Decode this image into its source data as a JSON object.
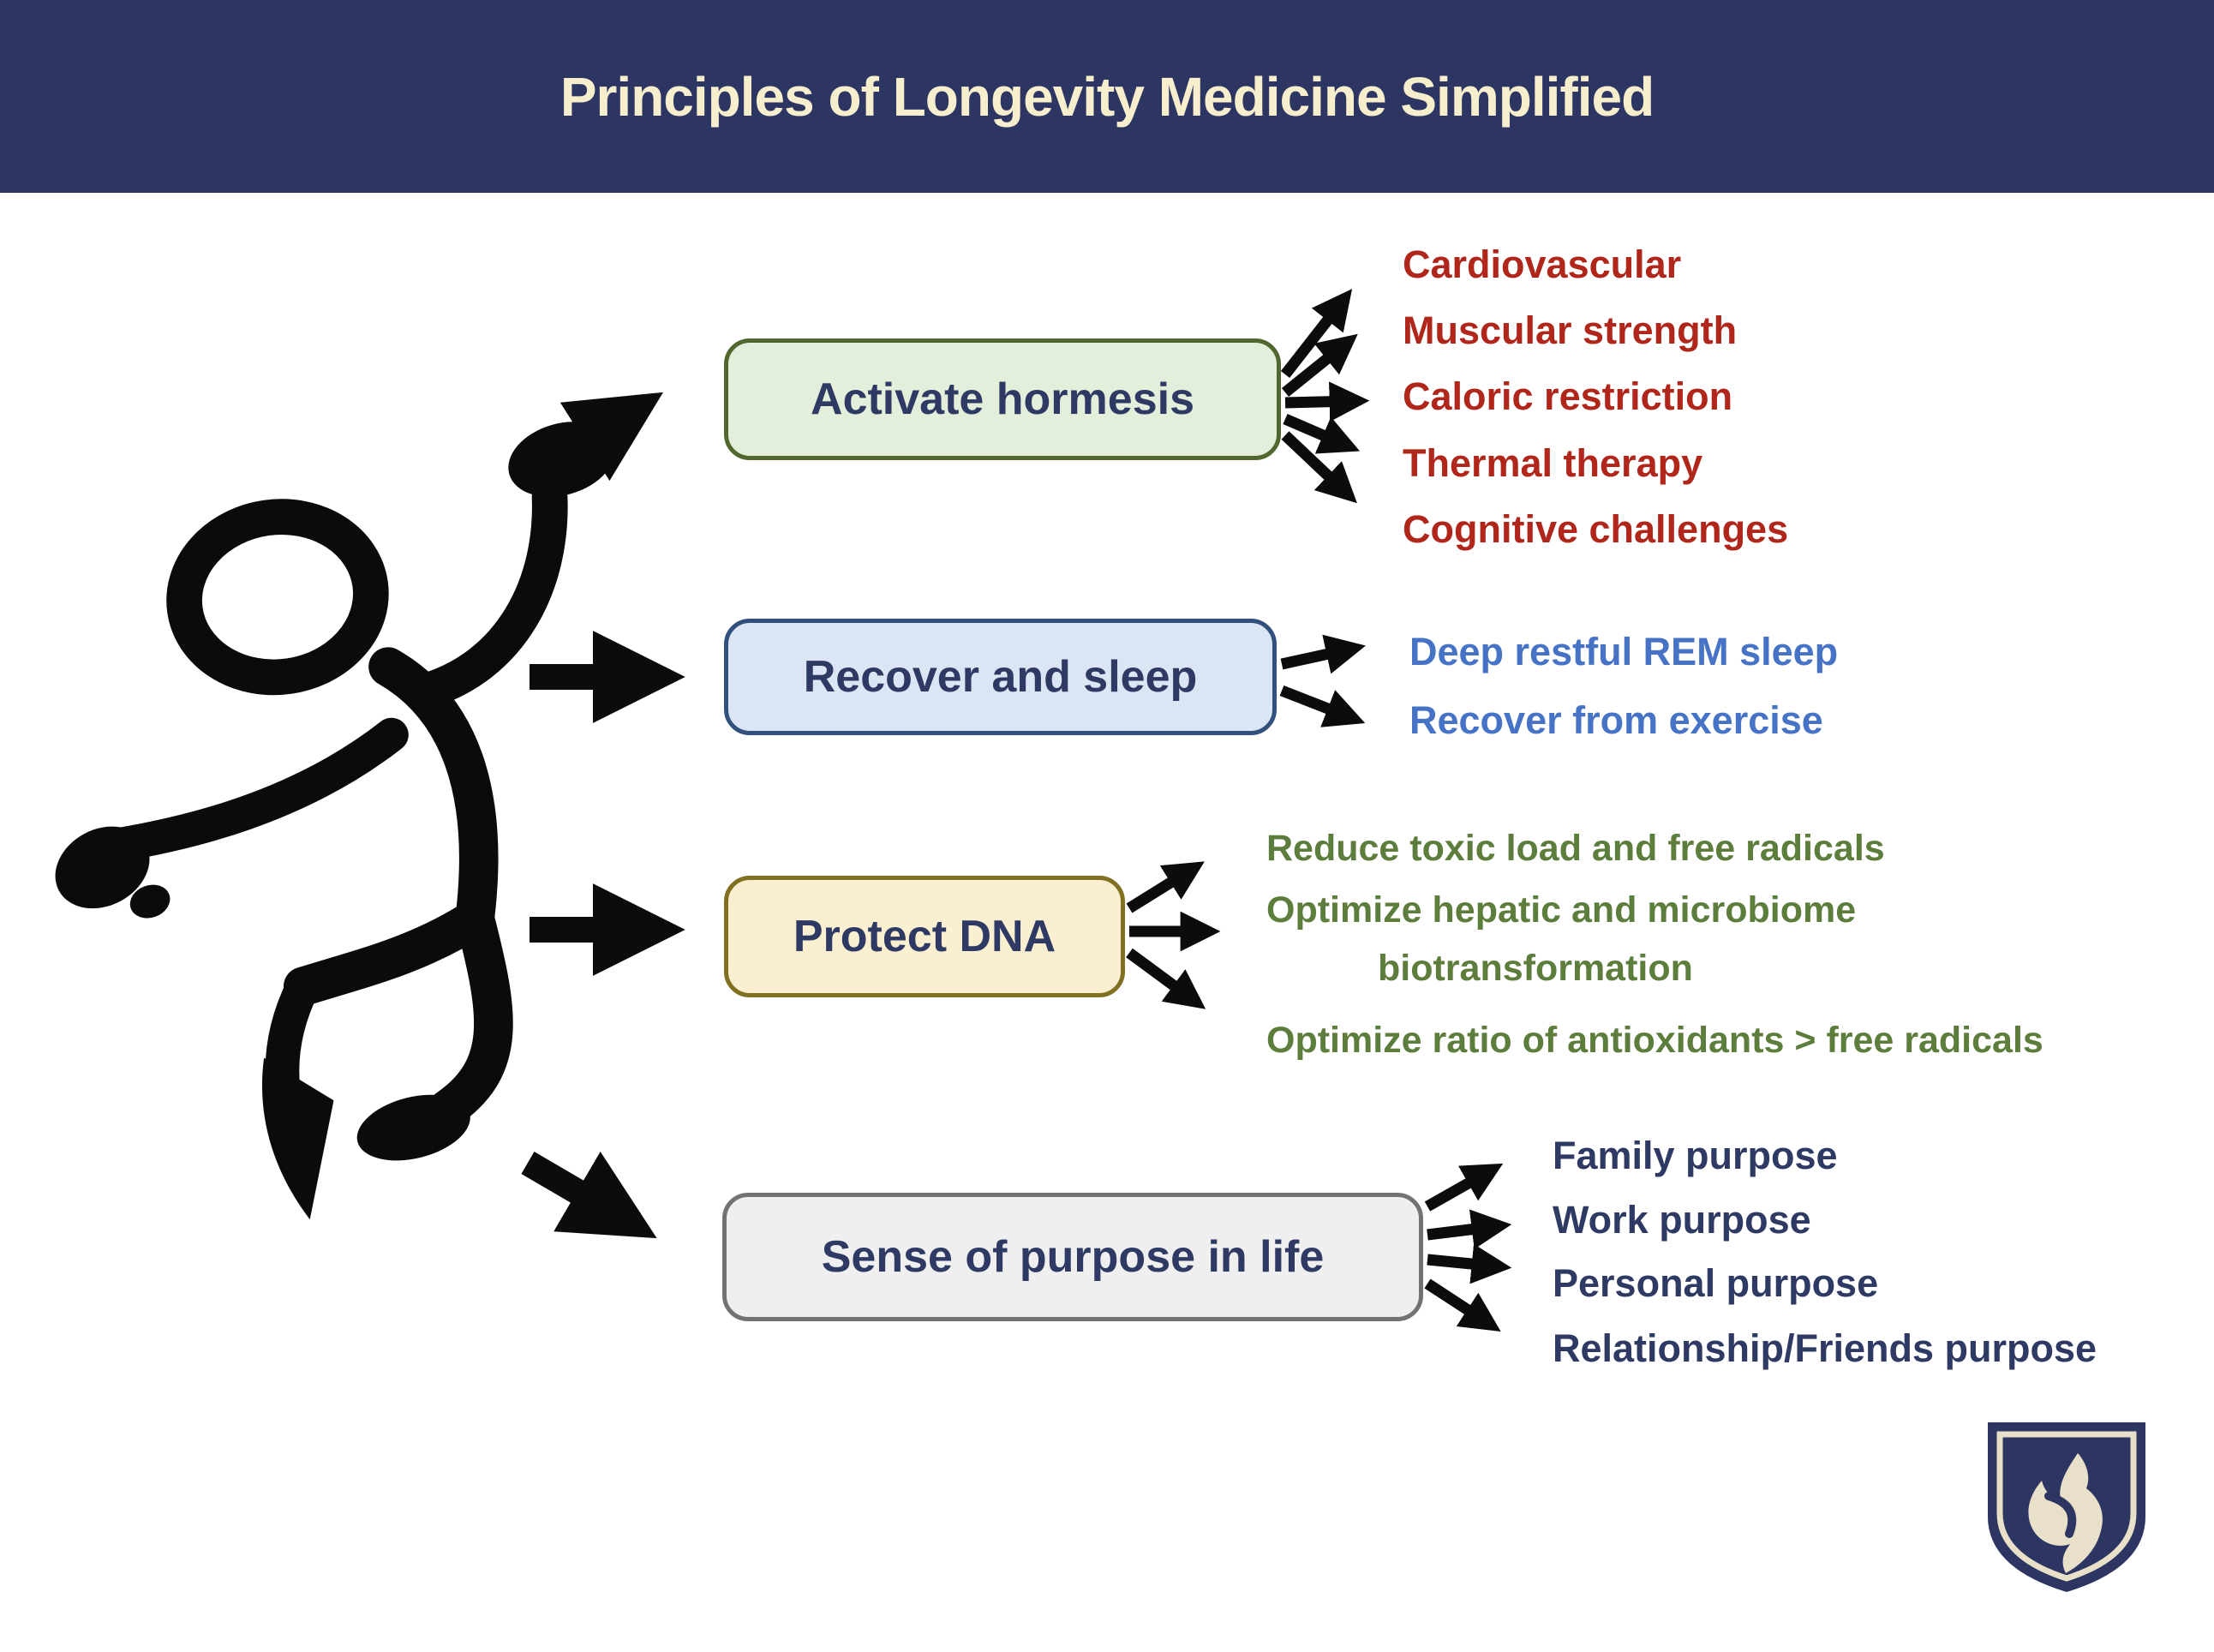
{
  "header": {
    "title": "Principles of Longevity Medicine Simplified",
    "bg_color": "#2d3562",
    "text_color": "#f7eecd"
  },
  "sections": [
    {
      "label": "Activate hormesis",
      "box_bg": "#e4efdb",
      "box_border": "#50682f",
      "items_color": "#b0261a",
      "items": [
        "Cardiovascular",
        "Muscular strength",
        "Caloric restriction",
        "Thermal therapy",
        "Cognitive challenges"
      ]
    },
    {
      "label": "Recover and sleep",
      "box_bg": "#dbe5f3",
      "box_border": "#31507d",
      "items_color": "#4673c5",
      "items": [
        "Deep restful REM sleep",
        "Recover from exercise"
      ]
    },
    {
      "label": "Protect DNA",
      "box_bg": "#faf0d1",
      "box_border": "#827022",
      "items_color": "#5d7d3c",
      "items": [
        "Reduce toxic load and free radicals",
        "Optimize hepatic and microbiome",
        "biotransformation",
        "Optimize ratio of antioxidants > free radicals"
      ]
    },
    {
      "label": "Sense of purpose in life",
      "box_bg": "#efefef",
      "box_border": "#727272",
      "items_color": "#2e3a63",
      "items": [
        "Family purpose",
        "Work purpose",
        "Personal purpose",
        "Relationship/Friends purpose"
      ]
    }
  ],
  "icons": {
    "figure": "jumping-person",
    "logo": "shield-flame-logo"
  },
  "label_text_color": "#2e3a63",
  "arrow_color": "#0c0c0c"
}
